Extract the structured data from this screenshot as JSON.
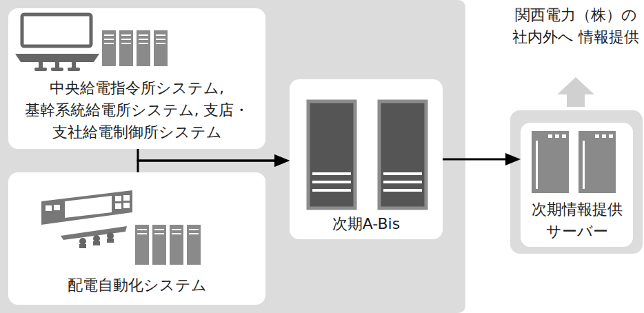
{
  "diagram": {
    "nodes": [
      {
        "text": [
          "中央給電指令所システム, 基幹系統給電所システム, 支店・支社給電制御所システム"
        ]
      },
      {
        "text": [
          "配電自動化システム"
        ]
      },
      {
        "text": [
          "次期A-Bis"
        ]
      },
      {
        "text": [
          "次期情報提供 サーバー"
        ]
      }
    ],
    "edges": [
      {
        "from": 0,
        "to": 2,
        "arrow": "to"
      },
      {
        "from": 1,
        "to": 2,
        "arrow": "to"
      },
      {
        "from": 2,
        "to": 3,
        "arrow": "to"
      }
    ],
    "labels": [
      "関西電力（株）の 社内外へ 情報提供"
    ]
  }
}
